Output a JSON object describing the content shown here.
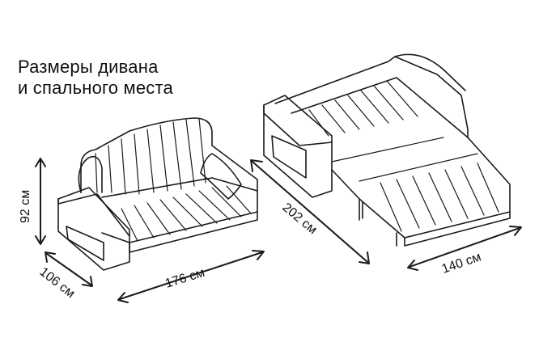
{
  "title": {
    "line1": "Размеры дивана",
    "line2": "и спального места"
  },
  "dimensions": {
    "height": "92 см",
    "depth": "106 см",
    "width": "176 см",
    "bed_length": "202 см",
    "bed_width": "140 см"
  },
  "colors": {
    "line": "#1a1a1a",
    "background": "#ffffff"
  }
}
